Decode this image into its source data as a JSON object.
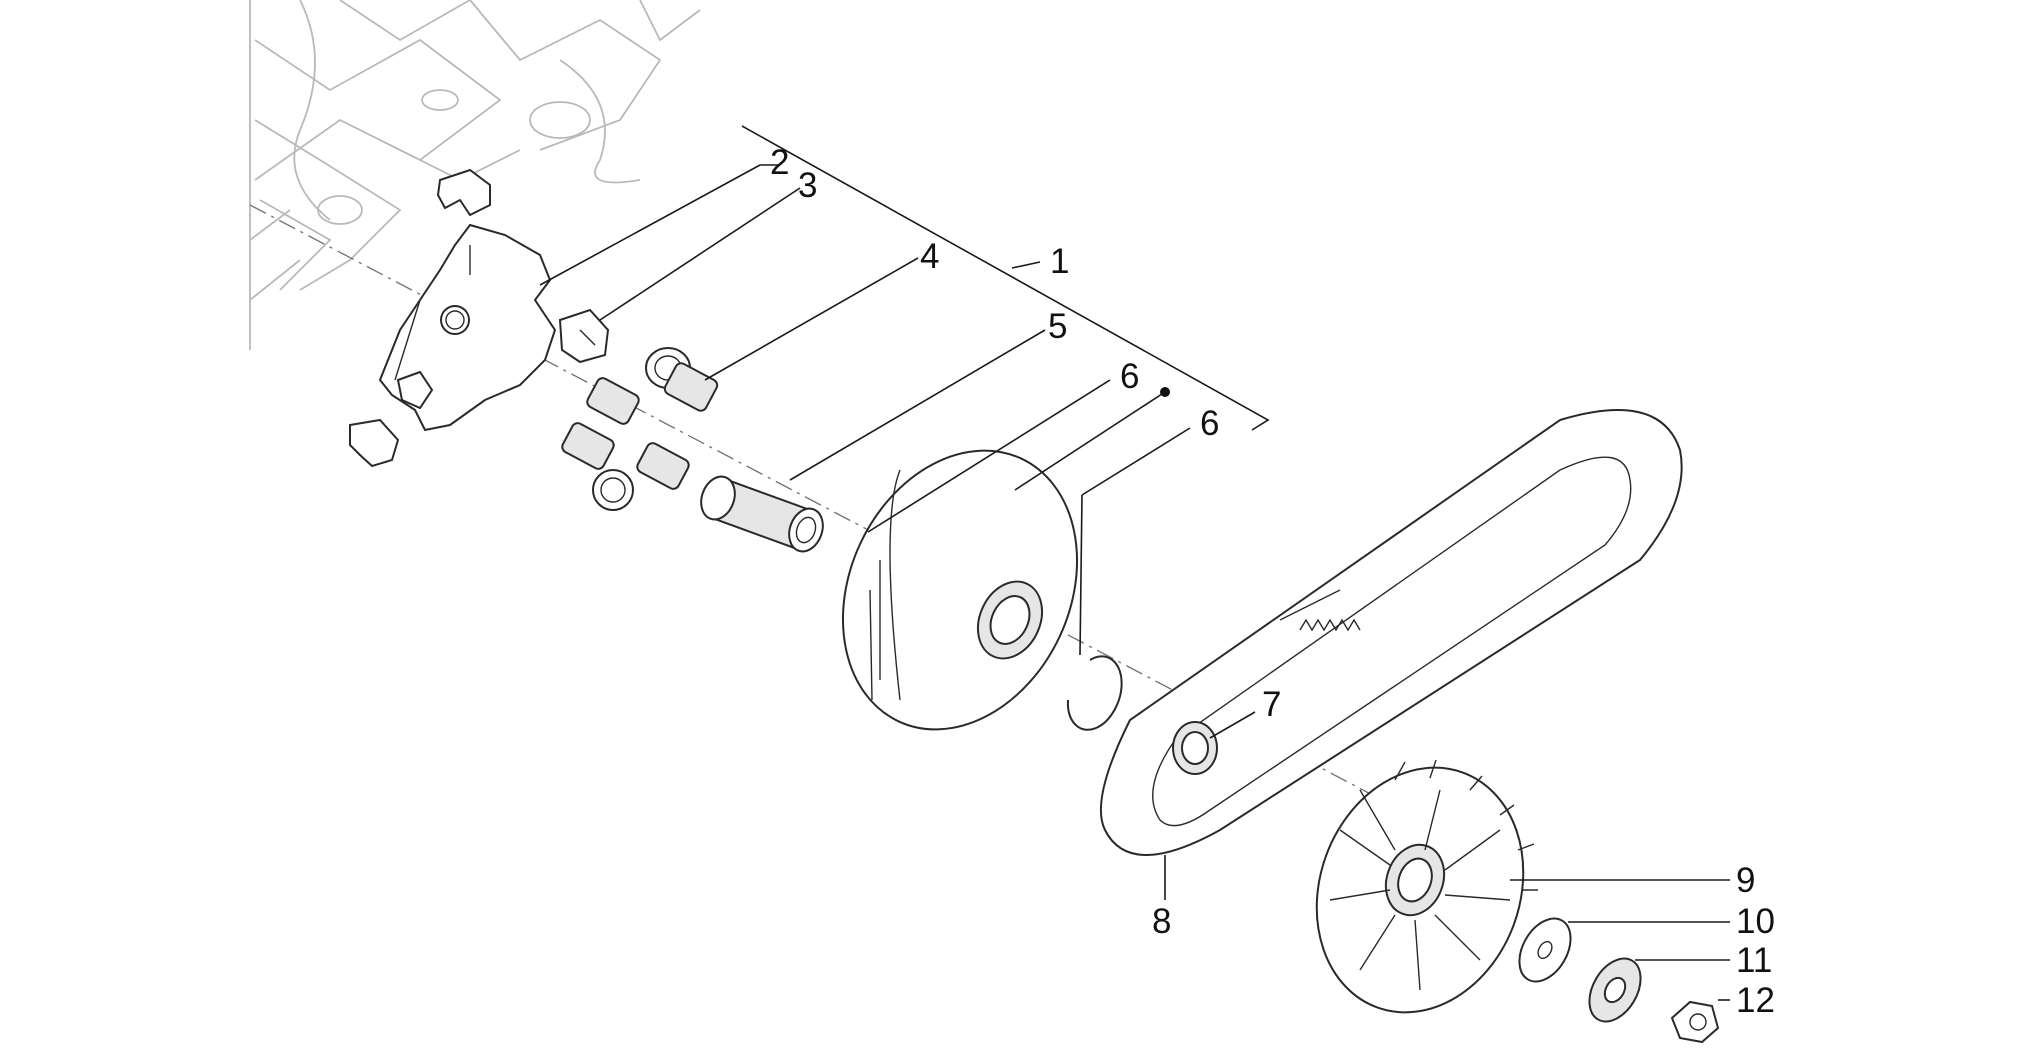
{
  "diagram": {
    "labels": {
      "l1": "1",
      "l2": "2",
      "l3": "3",
      "l4": "4",
      "l5": "5",
      "l6a": "6",
      "l6b": "6",
      "l7": "7",
      "l8": "8",
      "l9": "9",
      "l10": "10",
      "l11": "11",
      "l12": "12"
    }
  }
}
